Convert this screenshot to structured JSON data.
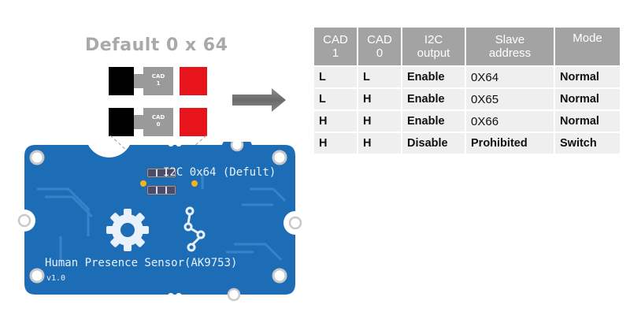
{
  "diagram": {
    "title": "Default 0 x 64",
    "jumpers": [
      {
        "label_line1": "CAD",
        "label_line2": "1"
      },
      {
        "label_line1": "CAD",
        "label_line2": "0"
      }
    ]
  },
  "board": {
    "i2c_label": "I2C 0x64 (Defult)",
    "product_name": "Human Presence Sensor(AK9753)",
    "version": "v1.0"
  },
  "table": {
    "headers": [
      {
        "line1": "CAD",
        "line2": "1"
      },
      {
        "line1": "CAD",
        "line2": "0"
      },
      {
        "line1": "I2C",
        "line2": "output"
      },
      {
        "line1": "Slave",
        "line2": "address"
      },
      {
        "line1": "Mode",
        "line2": ""
      }
    ],
    "rows": [
      [
        "L",
        "L",
        "Enable",
        "0X64",
        "Normal"
      ],
      [
        "L",
        "H",
        "Enable",
        "0X65",
        "Normal"
      ],
      [
        "H",
        "H",
        "Enable",
        "0X66",
        "Normal"
      ],
      [
        "H",
        "H",
        "Disable",
        "Prohibited",
        "Switch"
      ]
    ]
  },
  "colors": {
    "board_blue": "#1e6fb8",
    "header_grey": "#a3a3a3",
    "jumper_red": "#e8141c",
    "pad_yellow": "#f3b31c"
  }
}
